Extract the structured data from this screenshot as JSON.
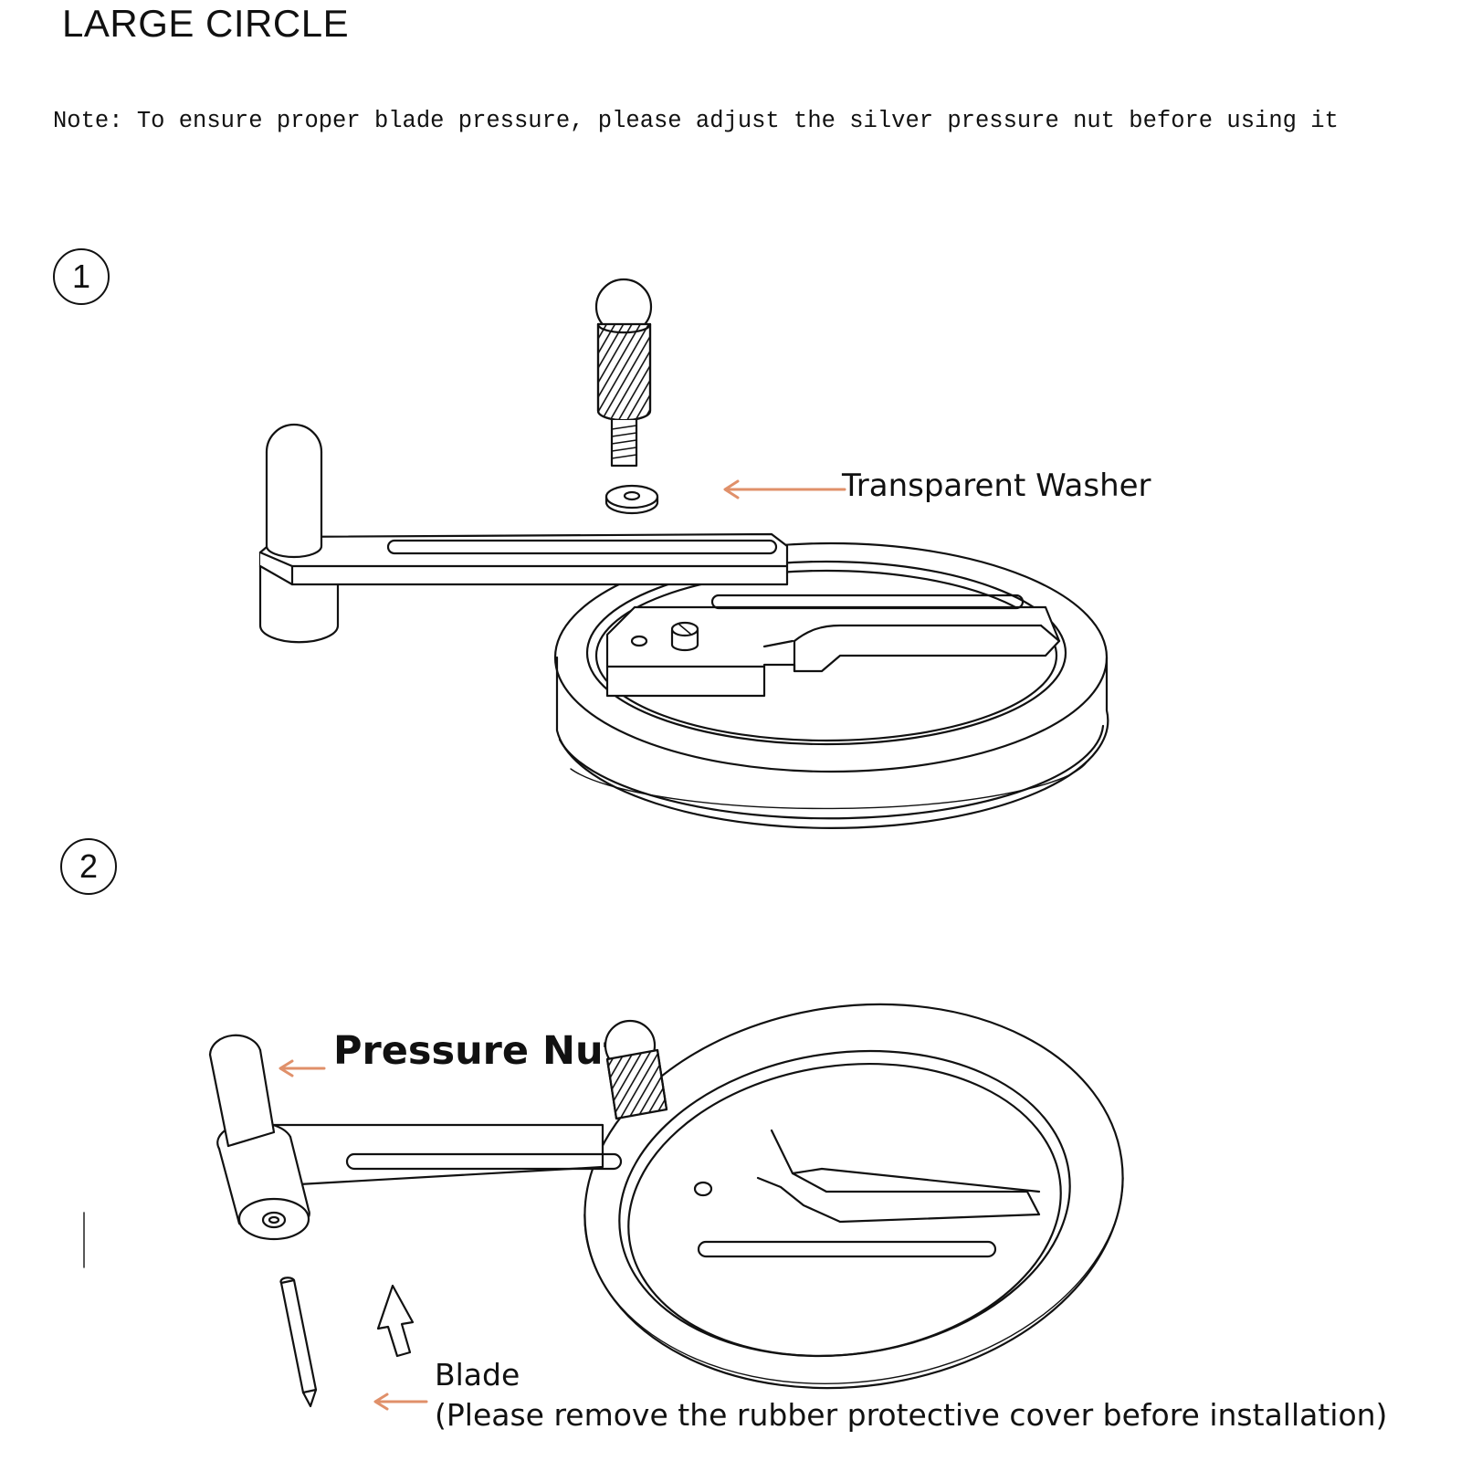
{
  "title": "LARGE CIRCLE",
  "note": "Note: To ensure proper blade pressure, please adjust the silver pressure nut before using it",
  "steps": [
    {
      "number": "1",
      "labels": {
        "washer": "Transparent Washer"
      }
    },
    {
      "number": "2",
      "labels": {
        "pressure_nut": "Pressure Nut",
        "blade": "Blade",
        "blade_note": "(Please remove the rubber protective cover before installation)"
      }
    }
  ],
  "colors": {
    "arrow": "#e0906a",
    "line": "#111111"
  },
  "icons": [
    "left-arrow-icon",
    "up-arrow-icon"
  ]
}
